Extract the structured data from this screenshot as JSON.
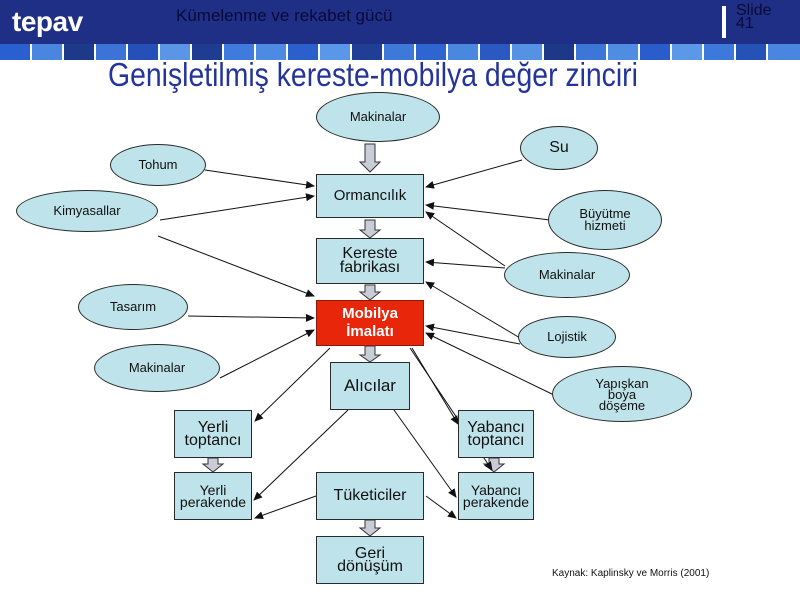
{
  "header": {
    "logo": "tepav",
    "subtitle": "Kümelenme ve rekabet gücü",
    "slide_label": "Slide\n41"
  },
  "title": "Genişletilmiş kereste-mobilya değer zinciri",
  "colors": {
    "header_bg": "#1f2f86",
    "title": "#24349a",
    "box_fill": "#bfe3ea",
    "highlight": "#e8260a"
  },
  "nodes": {
    "makinalar_top": "Makinalar",
    "su": "Su",
    "tohum": "Tohum",
    "kimyasallar": "Kimyasallar",
    "ormancilik": "Ormancılık",
    "buyutme": "Büyütme\nhizmeti",
    "kereste": "Kereste\nfabrikası",
    "makinalar_right": "Makinalar",
    "tasarim": "Tasarım",
    "mobilya": "Mobilya\nİmalatı",
    "lojistik": "Lojistik",
    "makinalar_left": "Makinalar",
    "alicilar": "Alıcılar",
    "yapiskan": "Yapışkan\nboya\ndöşeme",
    "yerli_toptanci": "Yerli\ntoptancı",
    "yabanci_toptanci": "Yabancı\ntoptancı",
    "yerli_perakende": "Yerli\nperakende",
    "tuketiciler": "Tüketiciler",
    "yabanci_perakende": "Yabancı\nperakende",
    "geri_donusum": "Geri\ndönüşüm"
  },
  "source": "Kaynak: Kaplinsky ve Morris  (2001)"
}
